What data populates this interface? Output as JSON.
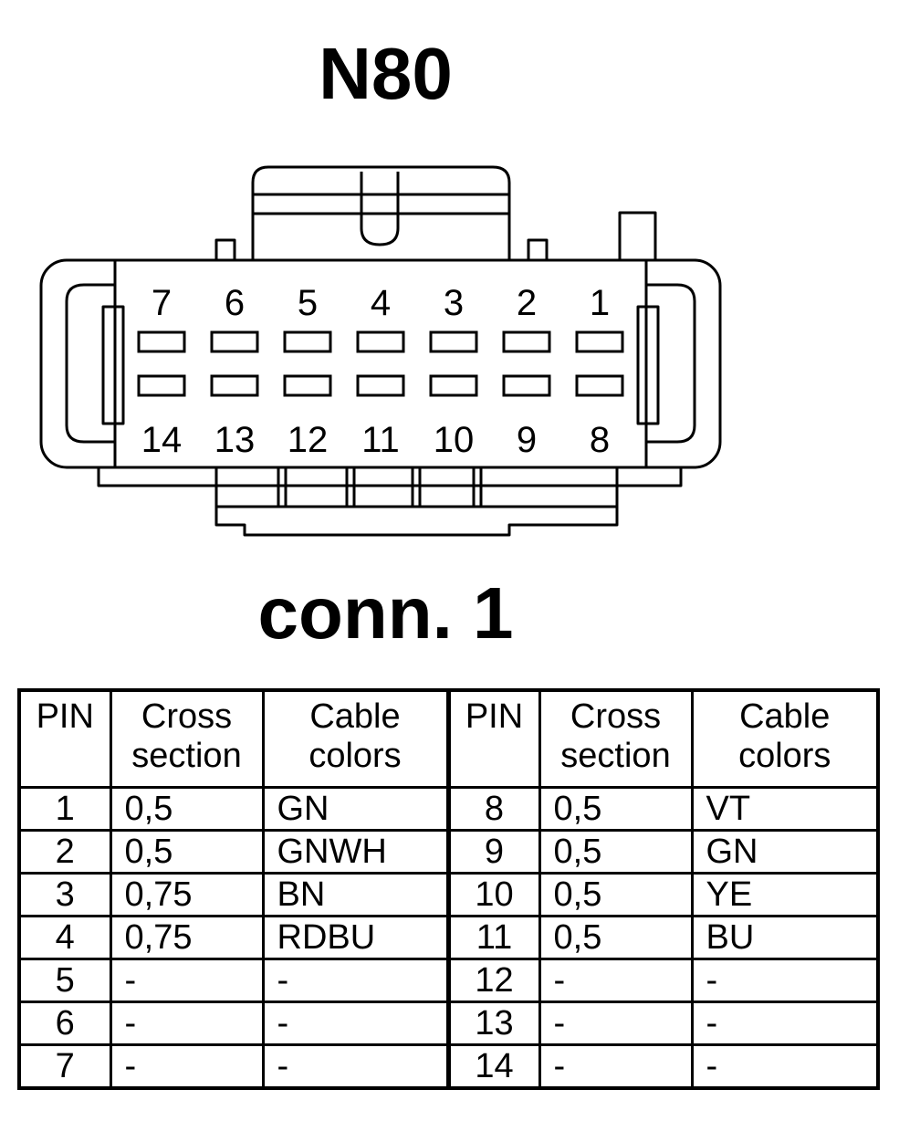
{
  "device_title": "N80",
  "connector_title": "conn. 1",
  "connector": {
    "top_row_pins": [
      "7",
      "6",
      "5",
      "4",
      "3",
      "2",
      "1"
    ],
    "bottom_row_pins": [
      "14",
      "13",
      "12",
      "11",
      "10",
      "9",
      "8"
    ]
  },
  "table": {
    "headers": {
      "pin": "PIN",
      "cross_section_1": "Cross",
      "cross_section_2": "section",
      "cable_colors_1": "Cable",
      "cable_colors_2": "colors"
    },
    "rows": [
      {
        "left": {
          "pin": "1",
          "cross": "0,5",
          "color": "GN"
        },
        "right": {
          "pin": "8",
          "cross": "0,5",
          "color": "VT"
        }
      },
      {
        "left": {
          "pin": "2",
          "cross": "0,5",
          "color": "GNWH"
        },
        "right": {
          "pin": "9",
          "cross": "0,5",
          "color": "GN"
        }
      },
      {
        "left": {
          "pin": "3",
          "cross": "0,75",
          "color": "BN"
        },
        "right": {
          "pin": "10",
          "cross": "0,5",
          "color": "YE"
        }
      },
      {
        "left": {
          "pin": "4",
          "cross": "0,75",
          "color": "RDBU"
        },
        "right": {
          "pin": "11",
          "cross": "0,5",
          "color": "BU"
        }
      },
      {
        "left": {
          "pin": "5",
          "cross": "-",
          "color": "-"
        },
        "right": {
          "pin": "12",
          "cross": "-",
          "color": "-"
        }
      },
      {
        "left": {
          "pin": "6",
          "cross": "-",
          "color": "-"
        },
        "right": {
          "pin": "13",
          "cross": "-",
          "color": "-"
        }
      },
      {
        "left": {
          "pin": "7",
          "cross": "-",
          "color": "-"
        },
        "right": {
          "pin": "14",
          "cross": "-",
          "color": "-"
        }
      }
    ]
  }
}
